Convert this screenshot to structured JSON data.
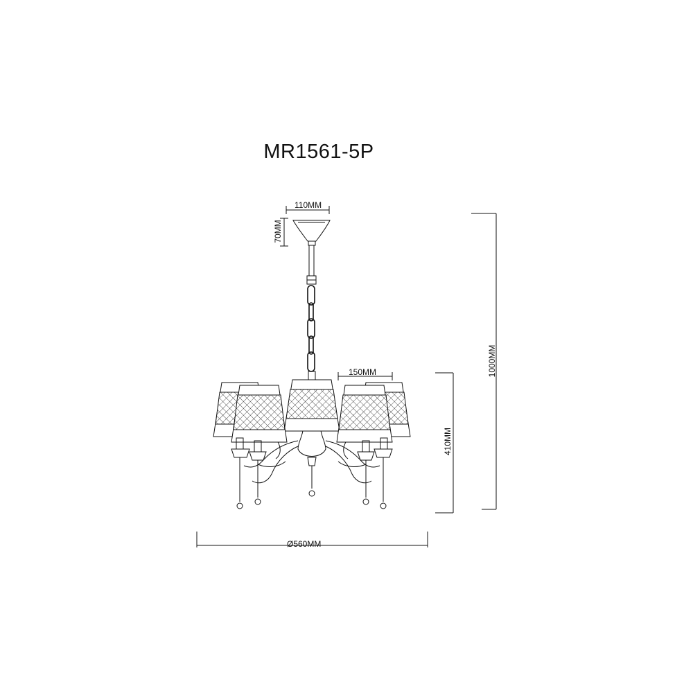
{
  "title": "MR1561-5P",
  "dimensions": {
    "canopy_width": "110MM",
    "canopy_height": "70MM",
    "shade_width": "150MM",
    "body_height": "410MM",
    "total_height": "1000MM",
    "diameter": "Ø560MM"
  },
  "colors": {
    "line": "#111111",
    "background": "#ffffff"
  }
}
